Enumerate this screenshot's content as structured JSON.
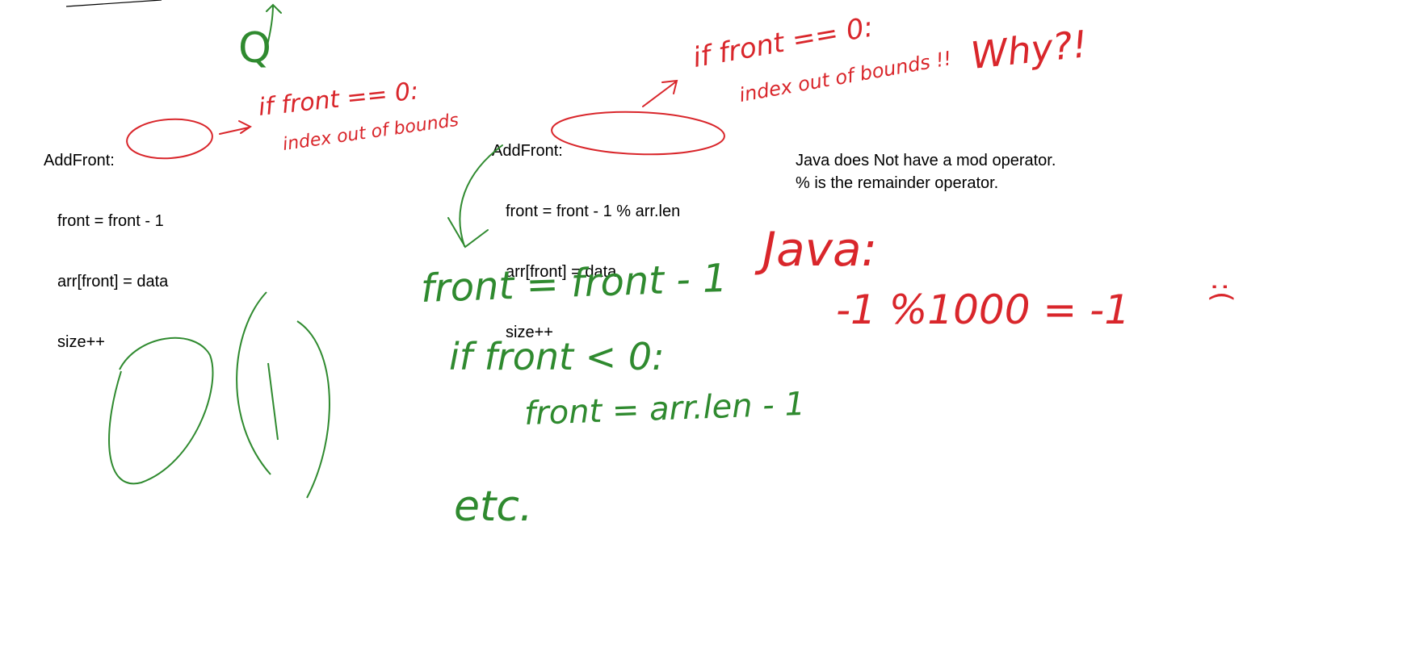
{
  "colors": {
    "red_ink": "#d9262b",
    "green_ink": "#2f8a2f",
    "text": "#000000",
    "background": "#ffffff"
  },
  "block1": {
    "title": "AddFront:",
    "lines": [
      "front = front - 1",
      "arr[front] = data",
      "size++"
    ]
  },
  "block2": {
    "title": "AddFront:",
    "lines": [
      "front = front - 1 % arr.len",
      "arr[front] = data",
      "size++"
    ]
  },
  "note": "Java does Not have a mod operator. % is the remainder operator.",
  "handwriting": {
    "red": {
      "cond1": "if front == 0:",
      "err1": "index out of bounds",
      "cond2": "if front == 0:",
      "err2": "index out of bounds !!",
      "why": "Why?!",
      "java": "Java:",
      "expr": "-1 %1000 = -1",
      "face": ":("
    },
    "green": {
      "q_symbol": "Q",
      "big_o": "O(1)",
      "line1": "front = front - 1",
      "line2": "if front < 0:",
      "line3": "front = arr.len - 1",
      "line4": "etc."
    }
  }
}
